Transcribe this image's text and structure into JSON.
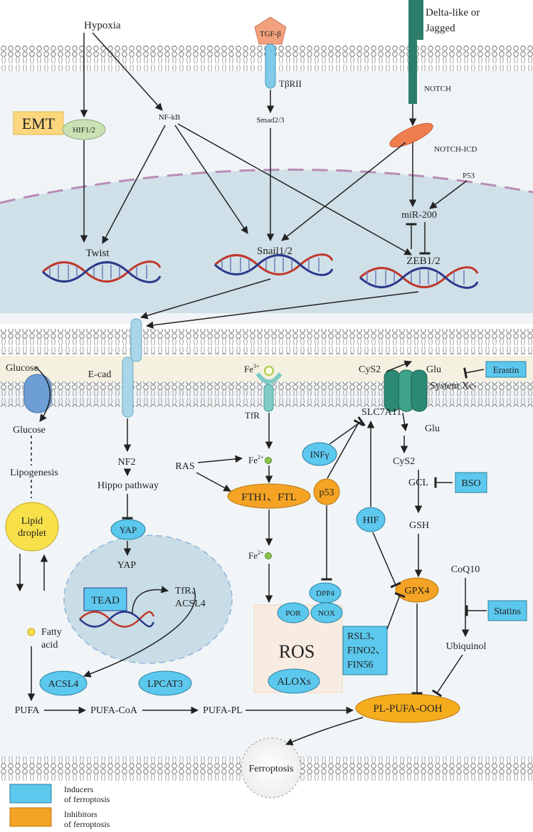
{
  "diagram": {
    "labels": {
      "hypoxia": "Hypoxia",
      "tgfb": "TGF-β",
      "tbr2": "TβRII",
      "delta": "Delta-like or",
      "jagged": "Jagged",
      "notch": "NOTCH",
      "emt": "EMT",
      "hif12": "HIF1/2",
      "nfkb": "NF-kB",
      "smad": "Smad2/3",
      "notch_icd": "NOTCH-ICD",
      "p53_top": "P53",
      "mir200": "miR-200",
      "twist": "Twist",
      "snail": "Snail1/2",
      "zeb": "ZEB1/2",
      "glucose_out": "Glucose",
      "ecad": "E-cad",
      "fe3": "Fe",
      "fe3_sup": "3+",
      "cys2_out": "CyS2",
      "glu_out": "Glu",
      "erastin": "Erastin",
      "systemxc": "System Xc-",
      "tfr": "TfR",
      "slc7a11": "SLC7A11",
      "glu_in": "Glu",
      "glucose_in": "Glucose",
      "nf2": "NF2",
      "ras": "RAS",
      "fe2_a": "Fe",
      "fe2_sup": "2+",
      "infg": "INFγ",
      "cys2_in": "CyS2",
      "lipogenesis": "Lipogenesis",
      "hippo": "Hippo pathway",
      "fth1": "FTH1、FTL",
      "p53": "p53",
      "gcl": "GCL",
      "bso": "BSO",
      "yap_node": "YAP",
      "hif": "HIF",
      "gsh": "GSH",
      "lipid1": "Lipid",
      "lipid2": "droplet",
      "yap": "YAP",
      "fe2_b": "Fe",
      "coq10": "CoQ10",
      "tead": "TEAD",
      "tfr_acsl4_1": "TfR、",
      "tfr_acsl4_2": "ACSL4",
      "dpp4": "DPP4",
      "por": "POR",
      "nox": "NOX",
      "gpx4": "GPX4",
      "statins": "Statins",
      "fatty1": "Fatty",
      "fatty2": "acid",
      "ros": "ROS",
      "rsl3": "RSL3、",
      "fino2": "FINO2、",
      "fin56": "FIN56",
      "ubiquinol": "Ubiquinol",
      "acsl4": "ACSL4",
      "lpcat3": "LPCAT3",
      "aloxs": "ALOXs",
      "pufa": "PUFA",
      "pufa_coa": "PUFA-CoA",
      "pufa_pl": "PUFA-PL",
      "pl_pufa_ooh": "PL-PUFA-OOH",
      "ferroptosis": "Ferroptosis"
    },
    "legend": {
      "inducers_1": "Inducers",
      "inducers_2": "of ferroptosis",
      "inhibitors_1": "Inhibitors",
      "inhibitors_2": "of ferroptosis"
    },
    "colors": {
      "inducer": "#5cc8ee",
      "inhibitor": "#f4a324",
      "nucleus": "#cfe0e8",
      "membrane_band": "#f5f1e0",
      "emt_box": "#fcd77e",
      "ros_box": "#f8ece2",
      "notch": "#2c7e6a",
      "hif12_fill": "#c9e2b4",
      "tgfb_fill": "#f2a07e",
      "notch_icd_fill": "#ef7d4e",
      "lipid_fill": "#f7e04a",
      "pl_ooh_fill": "#f6ad1d"
    }
  }
}
